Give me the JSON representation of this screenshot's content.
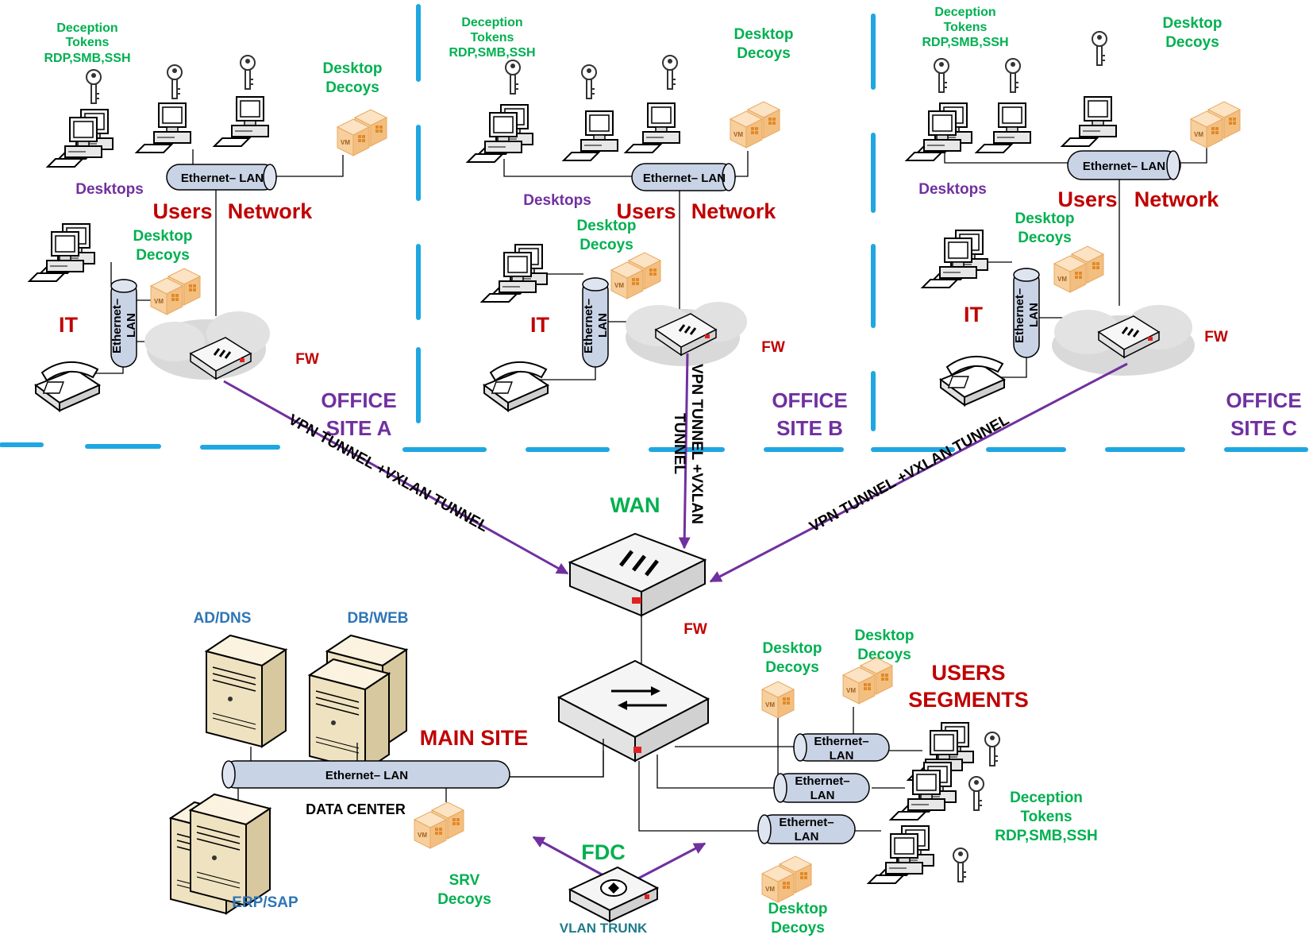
{
  "colors": {
    "divider": "#1ea7e1",
    "tunnel": "#7030a0",
    "cable": "#000000",
    "lan_fill": "#c9d3e6",
    "decoy_fill": "#f7cf9c",
    "cloud": "#d9d9d9"
  },
  "sites": [
    {
      "site_label_1": "OFFICE",
      "site_label_2": "SITE A",
      "tokens_1": "Deception",
      "tokens_2": "Tokens",
      "tokens_3": "RDP,SMB,SSH",
      "decoys_top_1": "Desktop",
      "decoys_top_2": "Decoys",
      "desktops": "Desktops",
      "users": "Users",
      "network": "Network",
      "decoys_it_1": "Desktop",
      "decoys_it_2": "Decoys",
      "it": "IT",
      "fw": "FW",
      "lan_h": "Ethernet– LAN",
      "lan_v_1": "Ethernet–",
      "lan_v_2": "LAN"
    },
    {
      "site_label_1": "OFFICE",
      "site_label_2": "SITE B",
      "tokens_1": "Deception",
      "tokens_2": "Tokens",
      "tokens_3": "RDP,SMB,SSH",
      "decoys_top_1": "Desktop",
      "decoys_top_2": "Decoys",
      "desktops": "Desktops",
      "users": "Users",
      "network": "Network",
      "decoys_it_1": "Desktop",
      "decoys_it_2": "Decoys",
      "it": "IT",
      "fw": "FW",
      "lan_h": "Ethernet– LAN",
      "lan_v_1": "Ethernet–",
      "lan_v_2": "LAN"
    },
    {
      "site_label_1": "OFFICE",
      "site_label_2": "SITE C",
      "tokens_1": "Deception",
      "tokens_2": "Tokens",
      "tokens_3": "RDP,SMB,SSH",
      "decoys_top_1": "Desktop",
      "decoys_top_2": "Decoys",
      "desktops": "Desktops",
      "users": "Users",
      "network": "Network",
      "decoys_it_1": "Desktop",
      "decoys_it_2": "Decoys",
      "it": "IT",
      "fw": "FW",
      "lan_h": "Ethernet– LAN",
      "lan_v_1": "Ethernet–",
      "lan_v_2": "LAN"
    }
  ],
  "tunnels": {
    "a": "VPN TUNNEL +VXLAN TUNNEL",
    "b_1": "VPN TUNNEL +VXLAN",
    "b_2": "TUNNEL",
    "c": "VPN TUNNEL +VXLAN TUNNEL"
  },
  "core": {
    "wan": "WAN",
    "fw": "FW",
    "fdc": "FDC",
    "vlan_trunk": "VLAN TRUNK"
  },
  "main_site": {
    "title": "MAIN SITE",
    "ad_dns": "AD/DNS",
    "db_web": "DB/WEB",
    "erp_sap": "ERP/SAP",
    "data_center": "DATA CENTER",
    "lan": "Ethernet– LAN",
    "srv_1": "SRV",
    "srv_2": "Decoys",
    "vm": "VM"
  },
  "users_segments": {
    "title_1": "USERS",
    "title_2": "SEGMENTS",
    "decoys_a_1": "Desktop",
    "decoys_a_2": "Decoys",
    "decoys_b_1": "Desktop",
    "decoys_b_2": "Decoys",
    "decoys_c_1": "Desktop",
    "decoys_c_2": "Decoys",
    "tokens_1": "Deception",
    "tokens_2": "Tokens",
    "tokens_3": "RDP,SMB,SSH",
    "lan_1": "Ethernet–",
    "lan_2": "LAN"
  }
}
